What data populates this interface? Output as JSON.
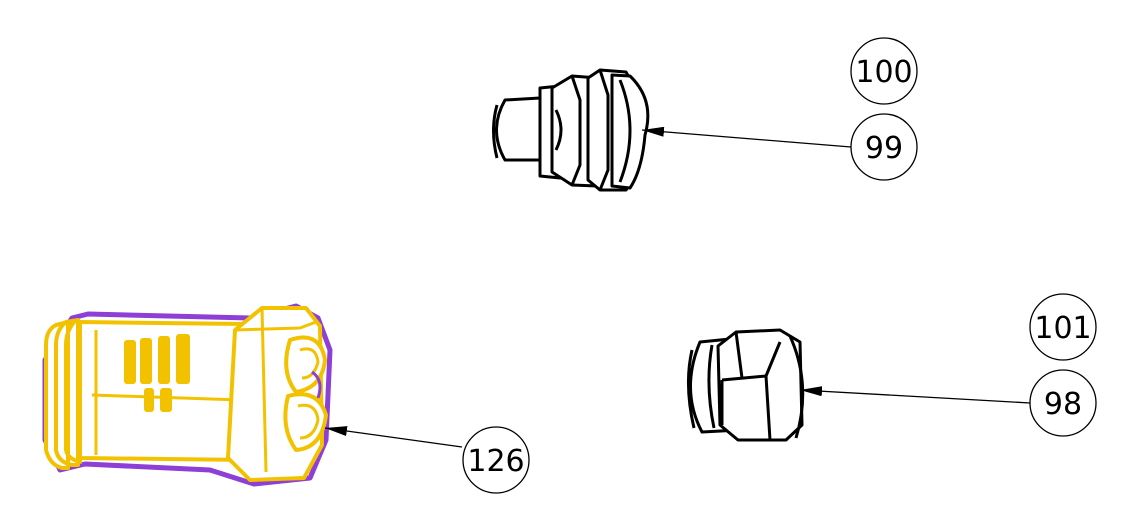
{
  "callouts": {
    "c100": "100",
    "c99": "99",
    "c101": "101",
    "c98": "98",
    "c126": "126"
  },
  "colors": {
    "line": "#000000",
    "connector_body": "#f2c200",
    "connector_outline": "#8e3fd6",
    "background": "#ffffff"
  }
}
